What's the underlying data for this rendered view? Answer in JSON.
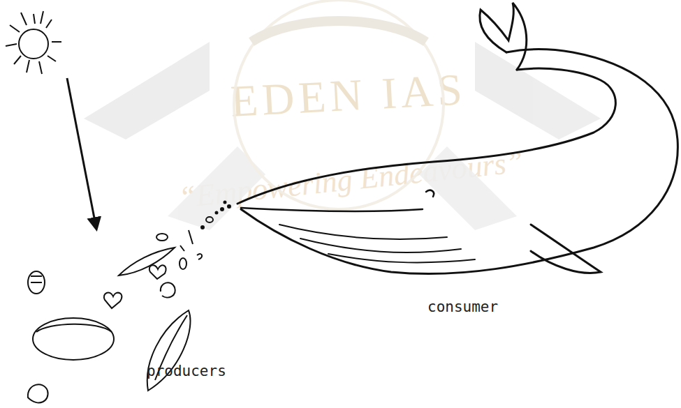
{
  "diagram": {
    "labels": [
      "producers",
      "consumer",
      "EDEN IAS",
      "“Empowering Endeavours”"
    ]
  }
}
